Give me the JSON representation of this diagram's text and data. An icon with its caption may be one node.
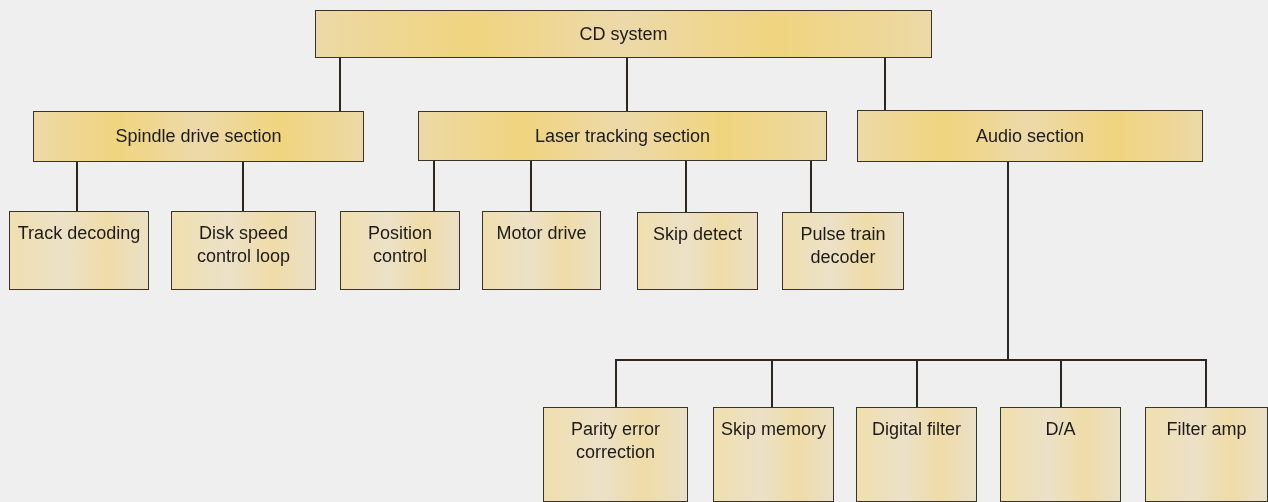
{
  "diagram": {
    "nodes": [
      {
        "text": [
          "CD system"
        ]
      },
      {
        "text": [
          "Spindle drive section"
        ]
      },
      {
        "text": [
          "Laser tracking section"
        ]
      },
      {
        "text": [
          "Audio section"
        ]
      },
      {
        "text": [
          "Track decoding"
        ]
      },
      {
        "text": [
          "Disk speed control loop"
        ]
      },
      {
        "text": [
          "Position control"
        ]
      },
      {
        "text": [
          "Motor drive"
        ]
      },
      {
        "text": [
          "Skip detect"
        ]
      },
      {
        "text": [
          "Pulse train decoder"
        ]
      },
      {
        "text": [
          "Parity error correction"
        ]
      },
      {
        "text": [
          "Skip memory"
        ]
      },
      {
        "text": [
          "Digital filter"
        ]
      },
      {
        "text": [
          "D/A"
        ]
      },
      {
        "text": [
          "Filter amp"
        ]
      }
    ],
    "edges": [
      {
        "from": 0,
        "to": 1,
        "arrow": "none"
      },
      {
        "from": 0,
        "to": 2,
        "arrow": "none"
      },
      {
        "from": 0,
        "to": 3,
        "arrow": "none"
      },
      {
        "from": 1,
        "to": 4,
        "arrow": "none"
      },
      {
        "from": 1,
        "to": 5,
        "arrow": "none"
      },
      {
        "from": 2,
        "to": 6,
        "arrow": "none"
      },
      {
        "from": 2,
        "to": 7,
        "arrow": "none"
      },
      {
        "from": 2,
        "to": 8,
        "arrow": "none"
      },
      {
        "from": 2,
        "to": 9,
        "arrow": "none"
      },
      {
        "from": 3,
        "to": 10,
        "arrow": "none"
      },
      {
        "from": 3,
        "to": 11,
        "arrow": "none"
      },
      {
        "from": 3,
        "to": 12,
        "arrow": "none"
      },
      {
        "from": 3,
        "to": 13,
        "arrow": "none"
      },
      {
        "from": 3,
        "to": 14,
        "arrow": "none"
      }
    ]
  }
}
